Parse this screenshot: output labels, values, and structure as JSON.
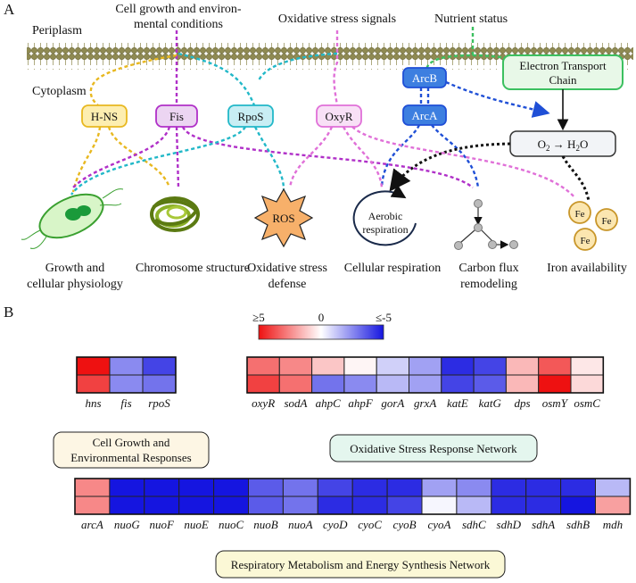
{
  "panel_a": {
    "panel_label": "A",
    "compartments": {
      "periplasm": "Periplasm",
      "cytoplasm": "Cytoplasm"
    },
    "signals": {
      "growth_line1": "Cell growth and environ-",
      "growth_line2": "mental conditions",
      "oxidative": "Oxidative stress signals",
      "nutrient": "Nutrient status"
    },
    "regulators": {
      "hns": "H-NS",
      "fis": "Fis",
      "rpos": "RpoS",
      "oxyr": "OxyR",
      "arcb": "ArcB",
      "arca": "ArcA"
    },
    "etc_line1": "Electron Transport",
    "etc_line2": "Chain",
    "reaction": {
      "o2": "O",
      "o2_sub": "2",
      "arrow": "→",
      "h2o_h": "H",
      "h2o_sub": "2",
      "h2o_o": "O"
    },
    "ros": "ROS",
    "aerobic_line1": "Aerobic",
    "aerobic_line2": "respiration",
    "iron": "Fe",
    "outcomes": {
      "growth_line1": "Growth and",
      "growth_line2": "cellular physiology",
      "chromosome": "Chromosome structure",
      "oxid_line1": "Oxidative stress",
      "oxid_line2": "defense",
      "cellresp": "Cellular respiration",
      "carbon_line1": "Carbon flux",
      "carbon_line2": "remodeling",
      "iron_avail": "Iron availability"
    },
    "colors": {
      "hns": "#e8b820",
      "fis": "#b030c8",
      "rpos": "#22b8c8",
      "oxyr": "#e070d8",
      "arc": "#1f4fd6",
      "etc": "#3cc060",
      "membrane": "#8f8a52"
    }
  },
  "panel_b": {
    "panel_label": "B",
    "scale": {
      "min_label": "≥5",
      "mid_label": "0",
      "max_label": "≤-5"
    },
    "groups": {
      "cell_line1": "Cell Growth and",
      "cell_line2": "Environmental Responses",
      "oxidative": "Oxidative Stress Response Network",
      "respiratory": "Respiratory Metabolism and Energy Synthesis Network"
    },
    "group_colors": {
      "cell": "#fdf6e4",
      "oxidative": "#e4f6ee",
      "respiratory": "#fbf8d6"
    }
  },
  "chart_data": {
    "type": "heatmap",
    "color_scale": {
      "high": "#ee1111",
      "mid": "#ffffff",
      "low": "#1515e0",
      "range": [
        5,
        -5
      ]
    },
    "heatmaps": [
      {
        "genes": [
          "hns",
          "fis",
          "rpoS"
        ],
        "rows": [
          [
            5,
            -2.5,
            -4
          ],
          [
            4,
            -2.5,
            -3
          ]
        ]
      },
      {
        "genes": [
          "oxyR",
          "sodA",
          "ahpC",
          "ahpF",
          "gorA",
          "grxA",
          "katE",
          "katG",
          "dps",
          "osmY",
          "osmC"
        ],
        "rows": [
          [
            3,
            2.5,
            1.2,
            0.2,
            -1,
            -2,
            -4.5,
            -4,
            1.5,
            3.5,
            0.5
          ],
          [
            4,
            3,
            -3,
            -2.5,
            -1.5,
            -2,
            -4,
            -3.5,
            1.5,
            5,
            0.8
          ]
        ]
      },
      {
        "genes": [
          "arcA",
          "nuoG",
          "nuoF",
          "nuoE",
          "nuoC",
          "nuoB",
          "nuoA",
          "cyoD",
          "cyoC",
          "cyoB",
          "cyoA",
          "sdhC",
          "sdhD",
          "sdhA",
          "sdhB",
          "mdh"
        ],
        "rows": [
          [
            2.5,
            -5,
            -5,
            -5,
            -5,
            -3.5,
            -3,
            -4,
            -4.5,
            -4.5,
            -2,
            -2.5,
            -4.5,
            -4.5,
            -4.5,
            -1.5
          ],
          [
            2.5,
            -5,
            -5,
            -5,
            -5,
            -3.5,
            -3,
            -4.5,
            -4.5,
            -4,
            -0.2,
            -1.5,
            -4.5,
            -4.5,
            -5,
            2
          ]
        ]
      }
    ]
  }
}
